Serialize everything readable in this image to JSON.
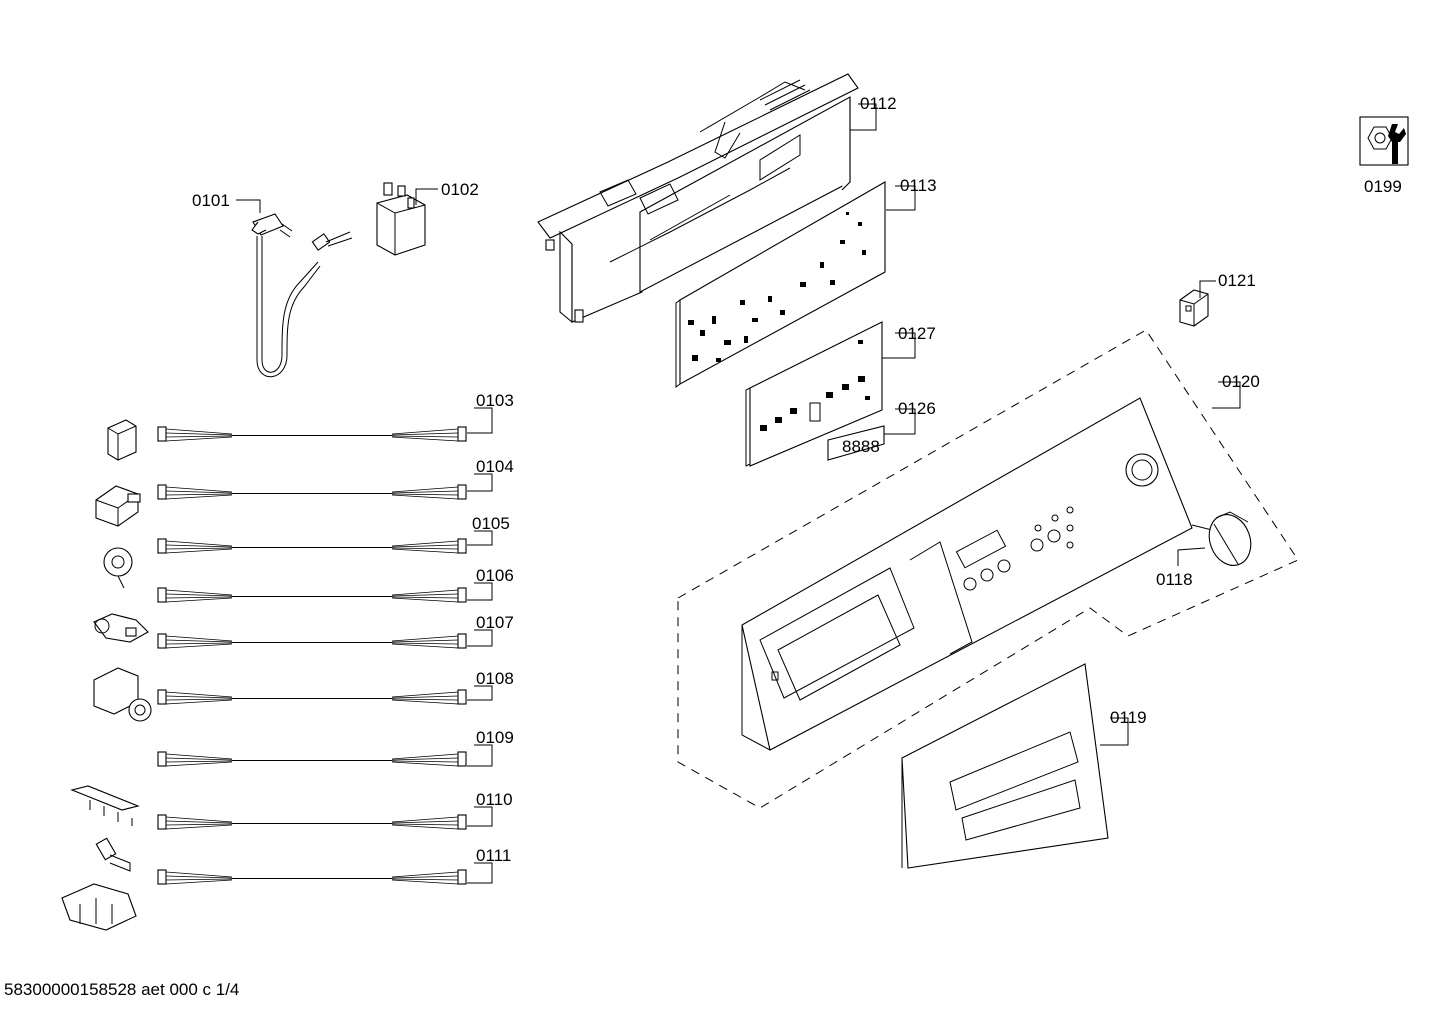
{
  "parts": [
    {
      "id": "0101"
    },
    {
      "id": "0102"
    },
    {
      "id": "0103"
    },
    {
      "id": "0104"
    },
    {
      "id": "0105"
    },
    {
      "id": "0106"
    },
    {
      "id": "0107"
    },
    {
      "id": "0108"
    },
    {
      "id": "0109"
    },
    {
      "id": "0110"
    },
    {
      "id": "0111"
    },
    {
      "id": "0112"
    },
    {
      "id": "0113"
    },
    {
      "id": "0118"
    },
    {
      "id": "0119"
    },
    {
      "id": "0120"
    },
    {
      "id": "0121"
    },
    {
      "id": "0126"
    },
    {
      "id": "0127"
    },
    {
      "id": "0199"
    }
  ],
  "display_digits": "8888",
  "footer": "58300000158528 aet 000 c 1/4"
}
